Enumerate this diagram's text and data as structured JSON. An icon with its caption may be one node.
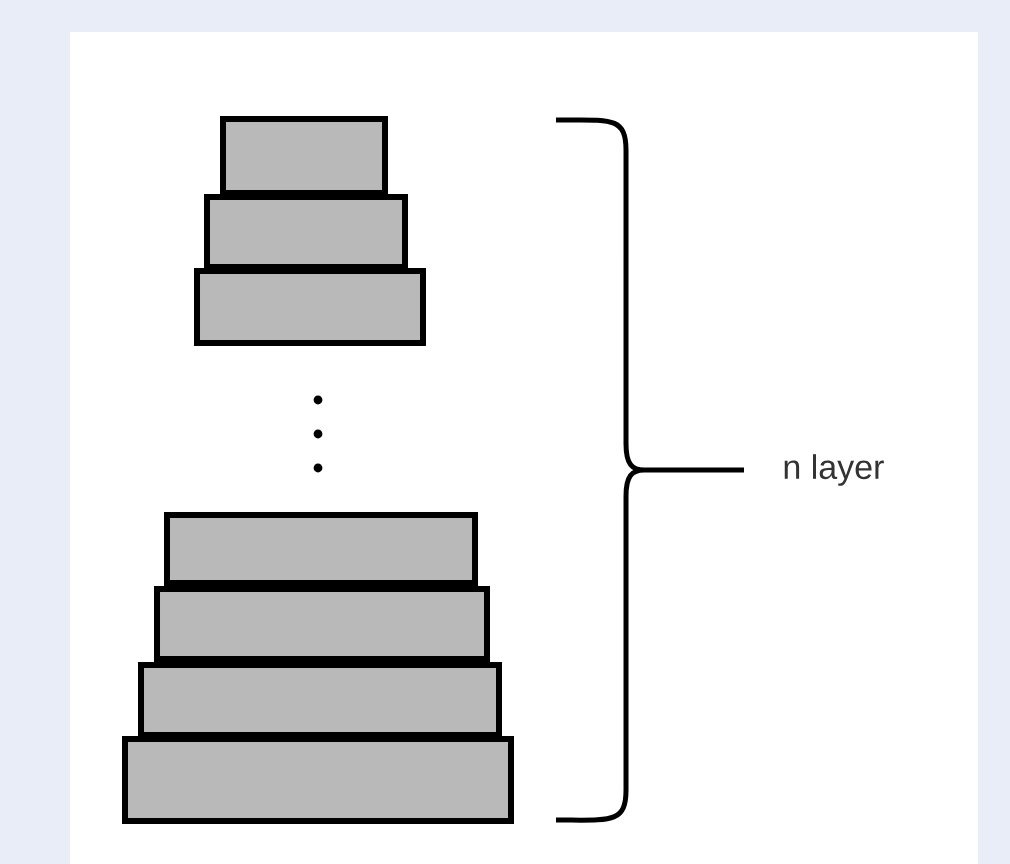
{
  "diagram": {
    "nodes": [
      {
        "text": [],
        "shape": "box"
      },
      {
        "text": [],
        "shape": "box"
      },
      {
        "text": [],
        "shape": "box"
      },
      {
        "text": [],
        "shape": "box"
      },
      {
        "text": [],
        "shape": "box"
      },
      {
        "text": [],
        "shape": "box"
      },
      {
        "text": [],
        "shape": "box"
      }
    ],
    "labels": [
      "n layer"
    ]
  }
}
